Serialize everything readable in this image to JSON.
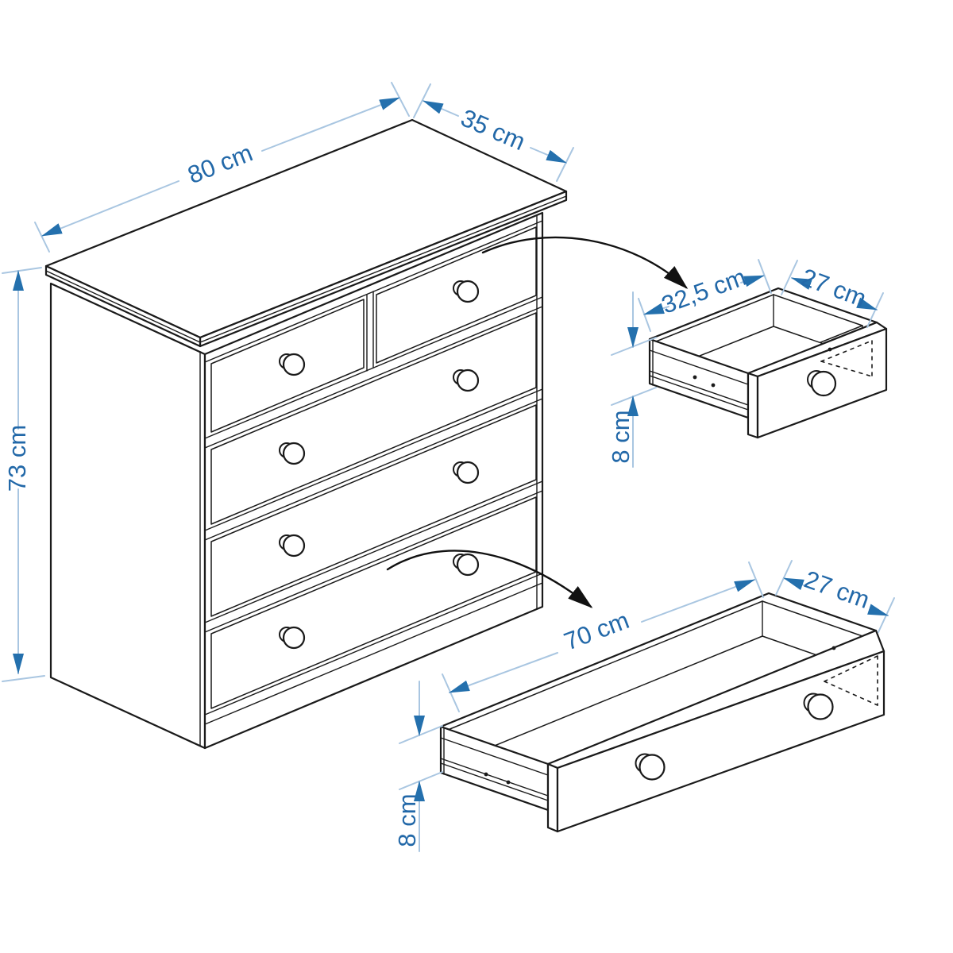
{
  "diagram": {
    "chest": {
      "width": "80 cm",
      "depth": "35 cm",
      "height": "73 cm"
    },
    "small_drawer": {
      "width": "32,5 cm",
      "depth": "27 cm",
      "height": "8 cm"
    },
    "large_drawer": {
      "width": "70 cm",
      "depth": "27 cm",
      "height": "8 cm"
    },
    "colors": {
      "outline": "#1a1a1a",
      "dimension_text": "#2268a8",
      "dimension_arrow": "#2470ad",
      "extension_line": "#a9c6e1"
    }
  }
}
